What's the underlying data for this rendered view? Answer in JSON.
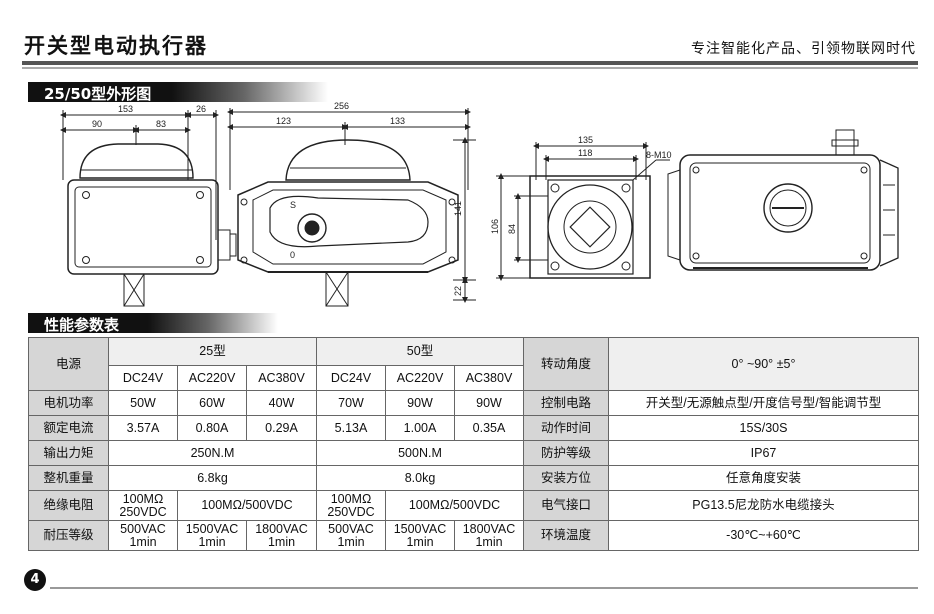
{
  "header": {
    "title": "开关型电动执行器",
    "slogan": "专注智能化产品、引领物联网时代"
  },
  "section_outline": {
    "title": "25/50型外形图"
  },
  "section_perf": {
    "title": "性能参数表"
  },
  "drawing": {
    "dims_left": [
      "153",
      "26",
      "90",
      "83"
    ],
    "dims_mid": [
      "256",
      "123",
      "133",
      "141",
      "22"
    ],
    "dims_right": [
      "135",
      "118",
      "8-M10",
      "106",
      "84"
    ],
    "dial_s": "S",
    "dial_o": "0"
  },
  "table": {
    "power_label": "电源",
    "model_25": "25型",
    "model_50": "50型",
    "voltages": [
      "DC24V",
      "AC220V",
      "AC380V",
      "DC24V",
      "AC220V",
      "AC380V"
    ],
    "rows": [
      {
        "label": "电机功率",
        "values": [
          "50W",
          "60W",
          "40W",
          "70W",
          "90W",
          "90W"
        ]
      },
      {
        "label": "额定电流",
        "values": [
          "3.57A",
          "0.80A",
          "0.29A",
          "5.13A",
          "1.00A",
          "0.35A"
        ]
      }
    ],
    "torque": {
      "label": "输出力矩",
      "v25": "250N.M",
      "v50": "500N.M"
    },
    "weight": {
      "label": "整机重量",
      "v25": "6.8kg",
      "v50": "8.0kg"
    },
    "insulation": {
      "label": "绝缘电阻",
      "dc_line1": "100MΩ",
      "dc_line2": "250VDC",
      "ac": "100MΩ/500VDC"
    },
    "withstand": {
      "label": "耐压等级",
      "values": [
        [
          "500VAC",
          "1min"
        ],
        [
          "1500VAC",
          "1min"
        ],
        [
          "1800VAC",
          "1min"
        ],
        [
          "500VAC",
          "1min"
        ],
        [
          "1500VAC",
          "1min"
        ],
        [
          "1800VAC",
          "1min"
        ]
      ]
    },
    "right": [
      {
        "label": "转动角度",
        "value": "0° ~90° ±5°"
      },
      {
        "label": "控制电路",
        "value": "开关型/无源触点型/开度信号型/智能调节型"
      },
      {
        "label": "动作时间",
        "value": "15S/30S"
      },
      {
        "label": "防护等级",
        "value": "IP67"
      },
      {
        "label": "安装方位",
        "value": "任意角度安装"
      },
      {
        "label": "电气接口",
        "value": "PG13.5尼龙防水电缆接头"
      },
      {
        "label": "环境温度",
        "value": "-30℃~+60℃"
      }
    ]
  },
  "page_number": "4"
}
